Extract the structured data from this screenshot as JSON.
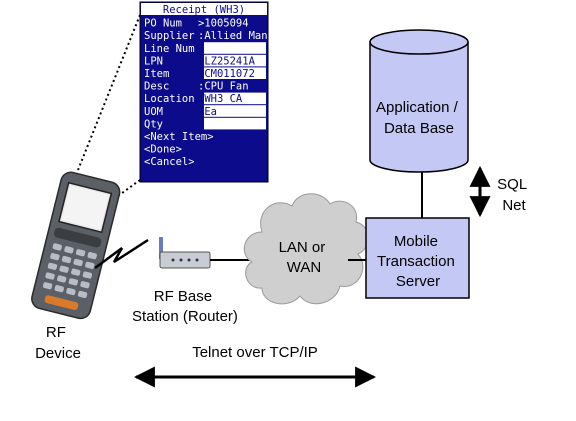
{
  "screen": {
    "title": "Receipt (WH3)",
    "fields": [
      {
        "label": "PO Num",
        "value": ">1005094",
        "boxed": false
      },
      {
        "label": "Supplier",
        "value": ":Allied Man",
        "boxed": false
      },
      {
        "label": "Line Num",
        "value": ">",
        "boxed": true
      },
      {
        "label": "LPN",
        "value": ">LZ25241A",
        "boxed": true
      },
      {
        "label": "Item",
        "value": ">CM011072",
        "boxed": true
      },
      {
        "label": "Desc",
        "value": ":CPU Fan",
        "boxed": false
      },
      {
        "label": "Location",
        "value": ">WH3 CA",
        "boxed": true
      },
      {
        "label": "UOM",
        "value": ">Ea",
        "boxed": true
      },
      {
        "label": "Qty",
        "value": ">",
        "boxed": true
      }
    ],
    "actions": [
      "<Next Item>",
      "<Done>",
      "<Cancel>"
    ]
  },
  "labels": {
    "database": [
      "Application /",
      "Data Base"
    ],
    "sqlnet": [
      "SQL",
      "Net"
    ],
    "lanwan": [
      "LAN or",
      "WAN"
    ],
    "server": [
      "Mobile",
      "Transaction",
      "Server"
    ],
    "rf_base": [
      "RF Base",
      "Station (Router)"
    ],
    "rf_device": [
      "RF",
      "Device"
    ],
    "telnet": "Telnet over TCP/IP"
  },
  "colors": {
    "screen_bg": "#0b0b8c",
    "screen_box": "#ffffff",
    "db_fill": "#c4c8f4",
    "server_fill": "#c4c8f4",
    "cloud_fill": "#cfcfcf"
  }
}
